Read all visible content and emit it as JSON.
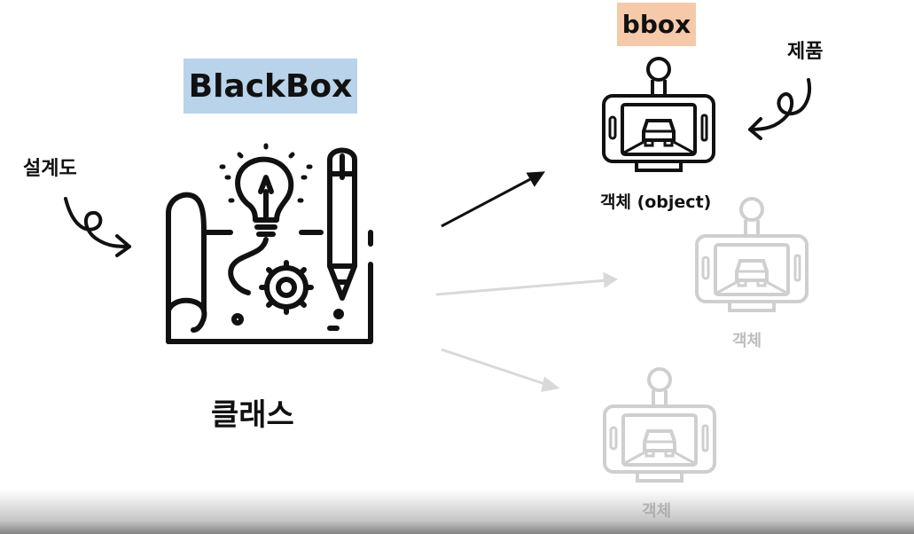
{
  "labels": {
    "class_name": "BlackBox",
    "instance_name": "bbox",
    "blueprint": "설계도",
    "product": "제품",
    "class": "클래스",
    "object_main": "객체 (object)",
    "object_faded_1": "객체",
    "object_faded_2": "객체"
  },
  "colors": {
    "class_name_bg": "#b9d3ea",
    "instance_name_bg": "#f6c9aa",
    "ink": "#111111",
    "faded": "#cfcfcf",
    "faded_text": "#bdbdbd",
    "faded_arrow": "#d9d9d9"
  },
  "icons": {
    "class": "blueprint-lightbulb-gear-pencil-icon",
    "object": "dashcam-car-icon"
  }
}
